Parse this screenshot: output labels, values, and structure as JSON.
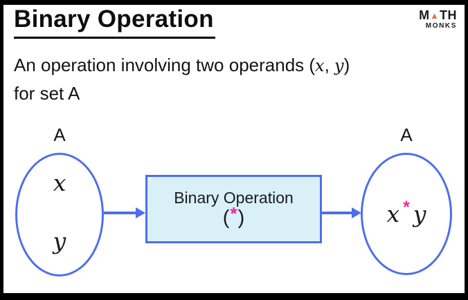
{
  "header": {
    "title": "Binary Operation"
  },
  "logo": {
    "m": "M",
    "triangle": "▲",
    "th": "TH",
    "monks": "MONKS"
  },
  "subtitle": {
    "prefix": "An operation involving two operands (",
    "x": "x",
    "separator": ", ",
    "y": "y",
    "suffix": ")",
    "line2": "for set A"
  },
  "diagram": {
    "left_set": {
      "label": "A",
      "element_x": "x",
      "element_y": "y"
    },
    "box": {
      "title": "Binary Operation",
      "paren_open": "(",
      "operator": "*",
      "paren_close": ")"
    },
    "right_set": {
      "label": "A",
      "x": "x",
      "operator": "*",
      "y": "y"
    }
  },
  "colors": {
    "stroke": "#4e6ee9",
    "box_fill": "#d9f0f9",
    "pink": "#f2279c",
    "logo_orange": "#e8704d",
    "ink": "#141414"
  }
}
